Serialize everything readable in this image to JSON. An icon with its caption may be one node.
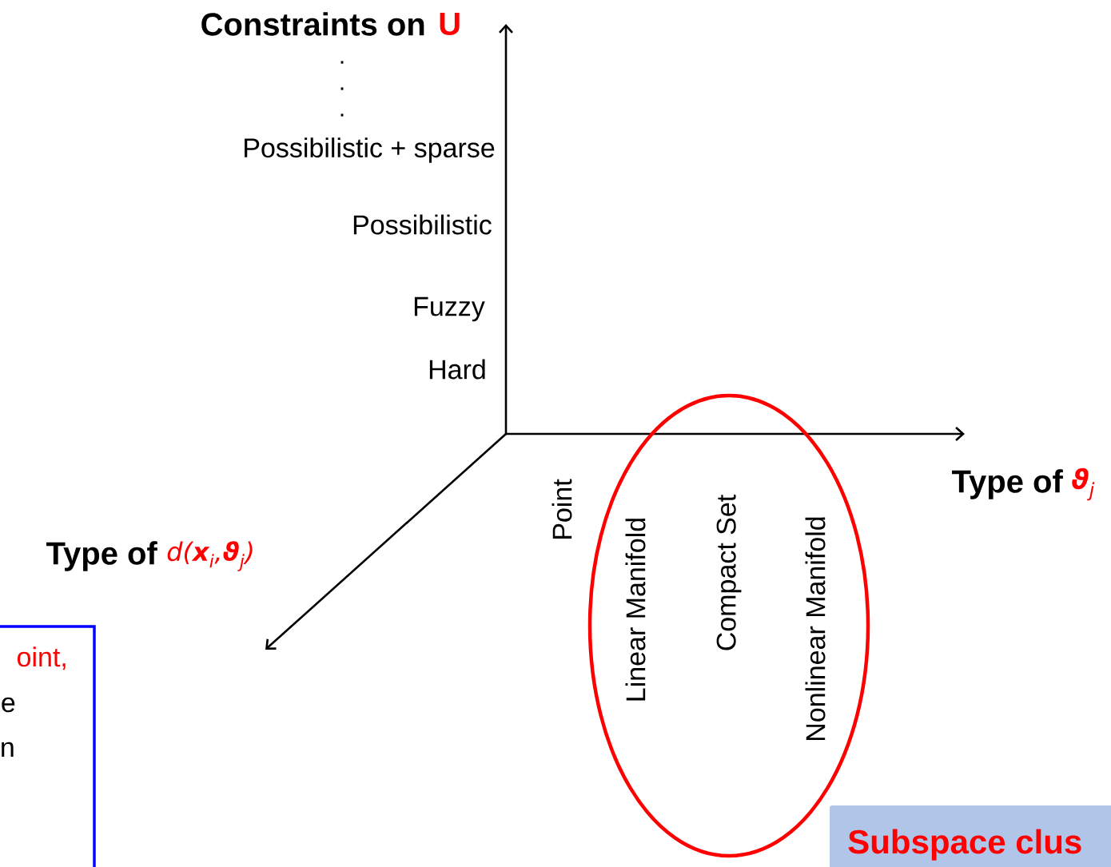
{
  "diagram": {
    "nodes": [
      {
        "text": [
          "Linear Manifold",
          "Compact Set",
          "Nonlinear Manifold"
        ]
      },
      {
        "text": [
          "oint,",
          "e",
          "n"
        ]
      },
      {
        "text": [
          "Subspace clus"
        ]
      }
    ],
    "labels": [
      "Constraints on",
      "U",
      ".",
      ".",
      ".",
      "Possibilistic + sparse",
      "Possibilistic",
      "Fuzzy",
      "Hard",
      "Point",
      "Type of",
      "**ϑ**$_{j}$",
      "Type of",
      "d(**x**$_{i}$,**ϑ**$_{j}$)"
    ]
  }
}
